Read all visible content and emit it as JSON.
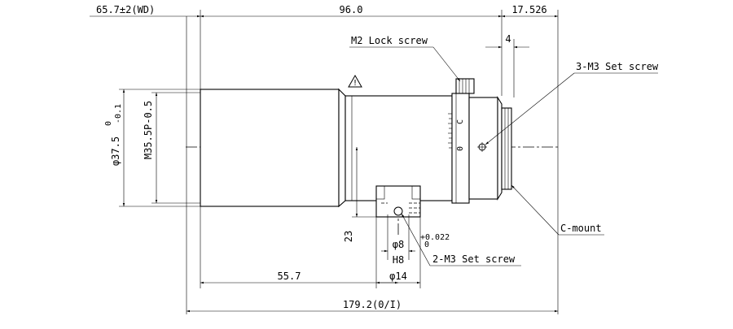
{
  "drawing": {
    "dimensions": {
      "working_distance": "65.7±2(WD)",
      "body_length": "96.0",
      "flange_length": "17.526",
      "lock_offset": "4",
      "diameter_outer": "φ37.5",
      "diameter_tol_upper": "0",
      "diameter_tol_lower": "-0.1",
      "filter_thread": "M35.5P-0.5",
      "mount_position": "55.7",
      "total_length": "179.2(0/I)",
      "mount_height": "23",
      "hole_diameter": "φ8",
      "hole_tol_upper": "+0.022",
      "hole_tol_lower": "0",
      "hole_fit": "H8",
      "mount_width": "φ14"
    },
    "labels": {
      "lock_screw": "M2 Lock screw",
      "set_screw_3": "3-M3 Set screw",
      "set_screw_2": "2-M3 Set screw",
      "c_mount": "C-mount",
      "warning_symbol": "!",
      "scale_marks": [
        "0",
        "C"
      ]
    }
  }
}
